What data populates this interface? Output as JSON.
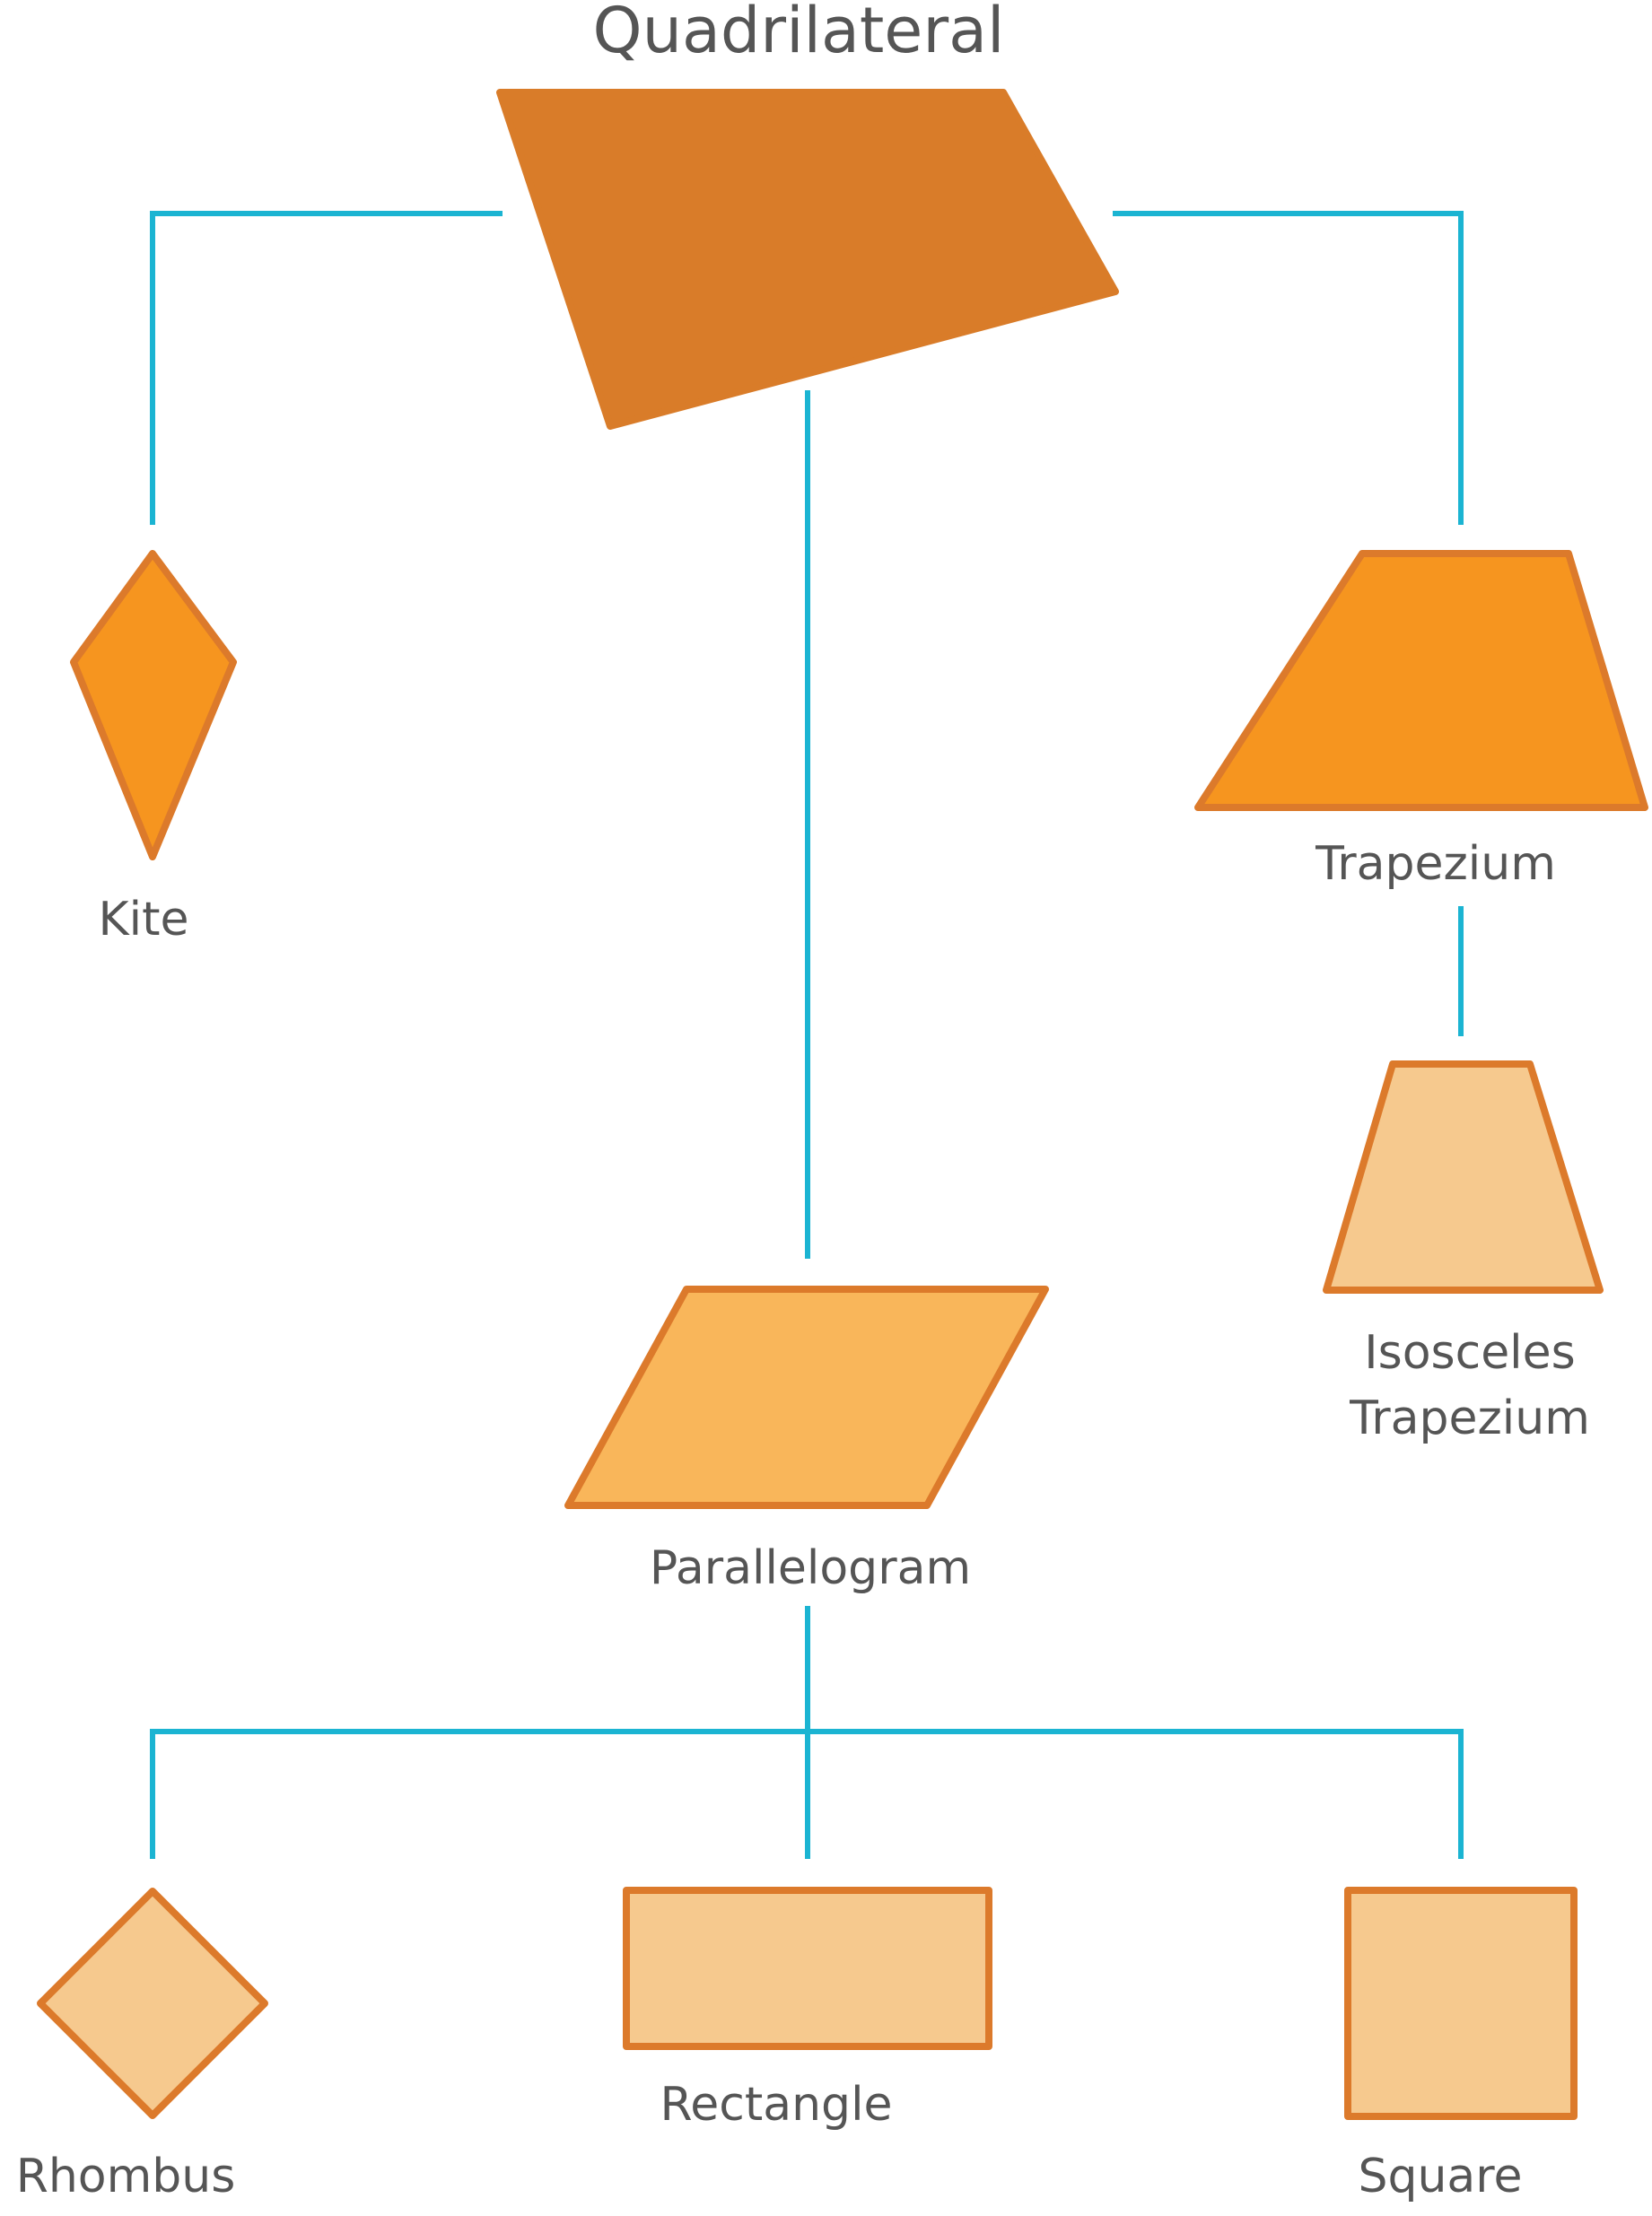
{
  "diagram": {
    "title": "Quadrilateral",
    "nodes": {
      "kite": "Kite",
      "trapezium": "Trapezium",
      "isosceles_trapezium_line1": "Isosceles",
      "isosceles_trapezium_line2": "Trapezium",
      "parallelogram": "Parallelogram",
      "rhombus": "Rhombus",
      "rectangle": "Rectangle",
      "square": "Square"
    }
  },
  "colors": {
    "connector": "#1bb4d2",
    "root_fill": "#d97c29",
    "level1_fill": "#f6951f",
    "parallelogram_fill": "#f9b65a",
    "light_fill": "#f6c98e",
    "outline": "#dc7a2b",
    "text": "#555555"
  }
}
